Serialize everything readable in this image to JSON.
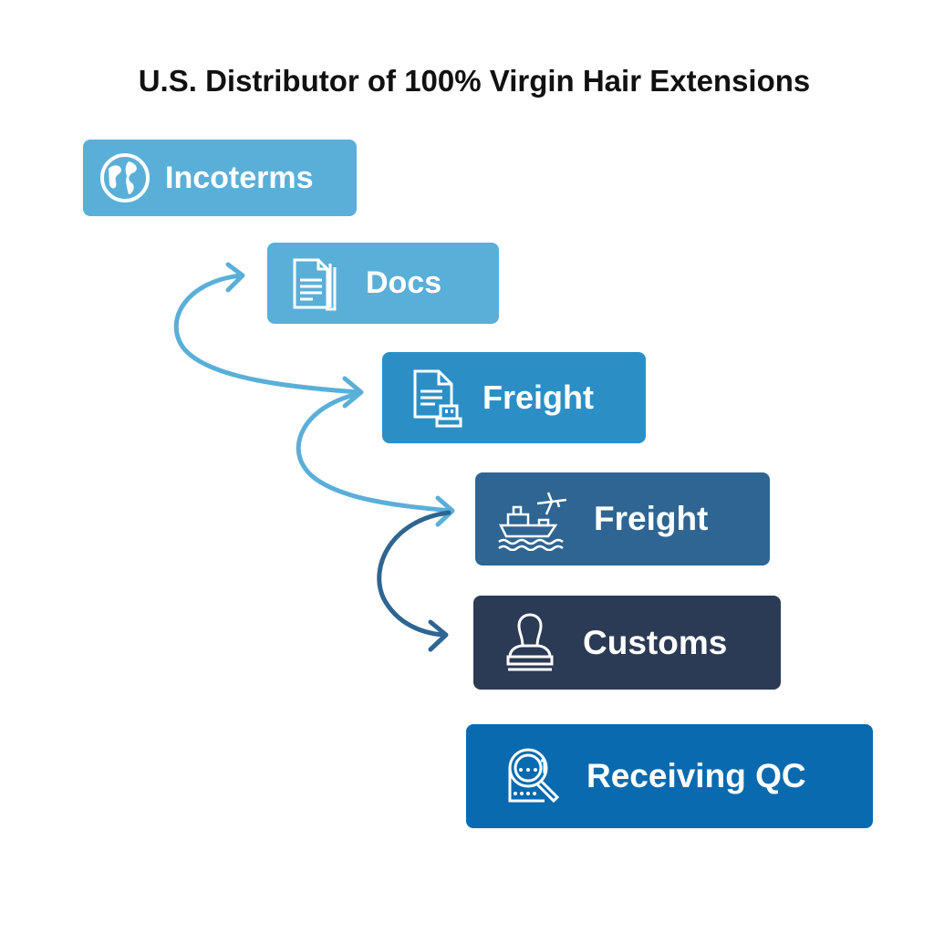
{
  "title": "U.S. Distributor of 100% Virgin Hair Extensions",
  "steps": [
    {
      "label": "Incoterms",
      "icon": "globe-icon",
      "color": "#5aafd8"
    },
    {
      "label": "Docs",
      "icon": "documents-icon",
      "color": "#5aafd8"
    },
    {
      "label": "Freight",
      "icon": "document-package-icon",
      "color": "#2b8fc6"
    },
    {
      "label": "Freight",
      "icon": "ship-plane-icon",
      "color": "#2e6592"
    },
    {
      "label": "Customs",
      "icon": "stamp-icon",
      "color": "#2b3a55"
    },
    {
      "label": "Receiving QC",
      "icon": "magnifier-inspection-icon",
      "color": "#0a6aaf"
    }
  ],
  "arrow_colors": {
    "light": "#5aafd8",
    "dark": "#2e6592"
  }
}
